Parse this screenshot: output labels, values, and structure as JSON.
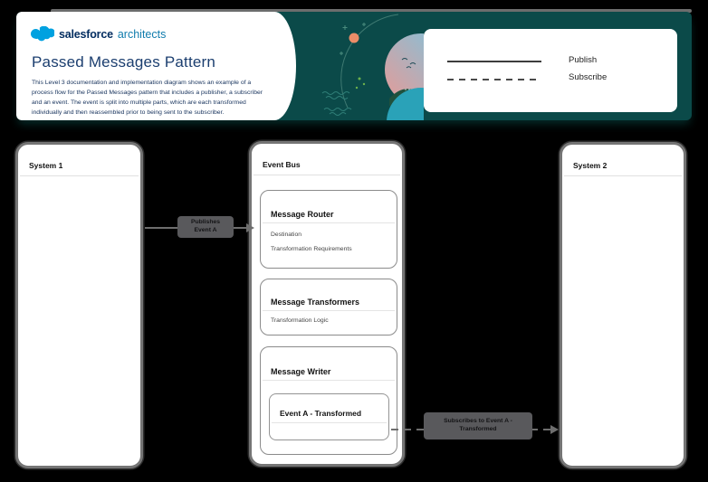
{
  "header": {
    "brand": {
      "name": "salesforce",
      "suffix": "architects"
    },
    "title": "Passed Messages Pattern",
    "description": "This Level 3 documentation and implementation diagram shows an example of a process flow for the Passed Messages pattern that includes a publisher, a subscriber and an event. The event is split into multiple parts, which are each transformed individually and then reassembled prior to being sent to the subscriber.",
    "legend": {
      "publish_label": "Publish",
      "subscribe_label": "Subscribe"
    }
  },
  "diagram": {
    "system1": {
      "title": "System 1"
    },
    "event_bus": {
      "title": "Event Bus",
      "message_router": {
        "title": "Message Router",
        "items": [
          "Destination",
          "Transformation Requirements"
        ]
      },
      "message_transformers": {
        "title": "Message Transformers",
        "items": [
          "Transformation Logic"
        ]
      },
      "message_writer": {
        "title": "Message Writer",
        "event": {
          "title": "Event A - Transformed"
        }
      }
    },
    "system2": {
      "title": "System 2"
    },
    "arrows": {
      "publish": {
        "label": "Publishes Event A",
        "style": "solid"
      },
      "subscribe": {
        "label": "Subscribes to Event A - Transformed",
        "style": "dashed"
      }
    }
  },
  "colors": {
    "banner_teal": "#0b4a49",
    "title_navy": "#1b3e6f",
    "brand_navy": "#032d60",
    "brand_blue": "#107cad",
    "cloud_blue": "#00a1e0",
    "line_gray": "#6e6e6e"
  }
}
